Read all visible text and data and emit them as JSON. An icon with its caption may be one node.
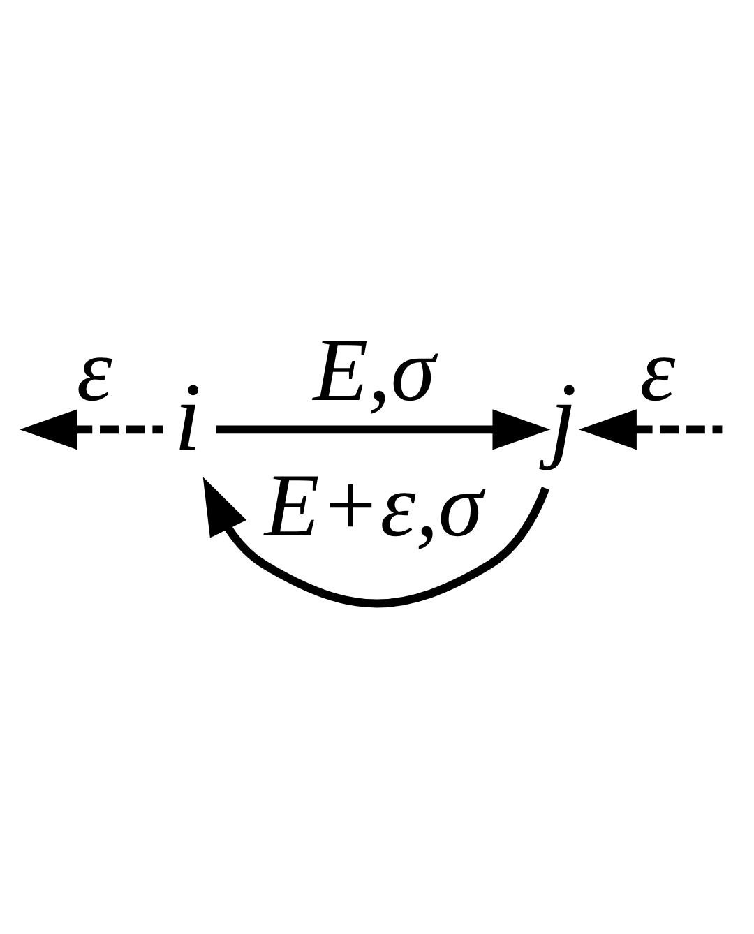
{
  "diagram": {
    "nodes": [
      {
        "text": [
          "i"
        ]
      },
      {
        "text": [
          "j"
        ]
      }
    ],
    "edges": [
      {
        "from": 0,
        "to": 1,
        "arrow": "to",
        "label": "E,σ"
      },
      {
        "from": 1,
        "to": 0,
        "arrow": "to",
        "label": "E+ε,σ"
      },
      {
        "from": 0,
        "to": null,
        "arrow": "to",
        "label": "ε",
        "style": "dashed"
      },
      {
        "from": null,
        "to": 1,
        "arrow": "to",
        "label": "ε",
        "style": "dashed"
      }
    ]
  }
}
